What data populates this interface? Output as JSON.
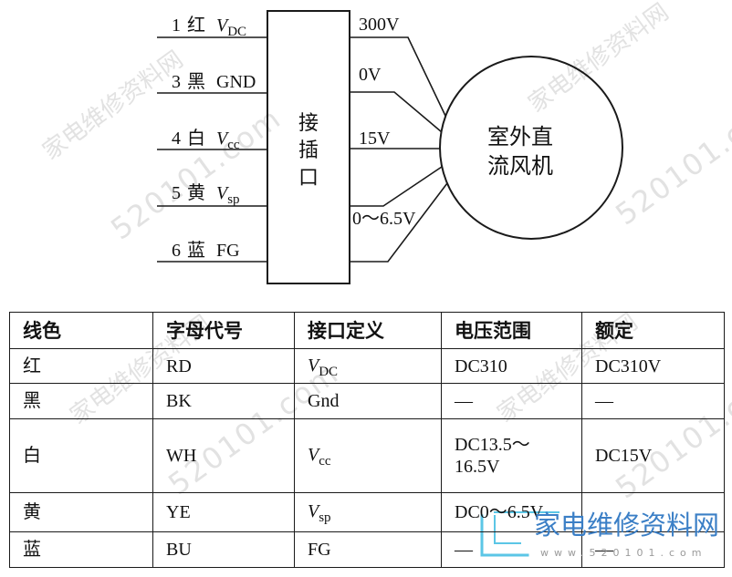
{
  "diagram": {
    "left_wires": [
      {
        "num": "1",
        "color": "红",
        "symbol": "V",
        "sub": "DC"
      },
      {
        "num": "3",
        "color": "黑",
        "name": "GND"
      },
      {
        "num": "4",
        "color": "白",
        "symbol": "V",
        "sub": "cc"
      },
      {
        "num": "5",
        "color": "黄",
        "symbol": "V",
        "sub": "sp"
      },
      {
        "num": "6",
        "color": "蓝",
        "name": "FG"
      }
    ],
    "connector_label": [
      "接",
      "插",
      "口"
    ],
    "right_voltages": [
      "300V",
      "0V",
      "15V",
      "0～6.5V"
    ],
    "motor_label": [
      "室外直",
      "流风机"
    ]
  },
  "table": {
    "headers": [
      "线色",
      "字母代号",
      "接口定义",
      "电压范围",
      "额定"
    ],
    "rows": [
      {
        "color": "红",
        "code": "RD",
        "def_symbol": "V",
        "def_sub": "DC",
        "range": "DC310",
        "rated": "DC310V"
      },
      {
        "color": "黑",
        "code": "BK",
        "def": "Gnd",
        "range": "—",
        "rated": "—"
      },
      {
        "color": "白",
        "code": "WH",
        "def_symbol": "V",
        "def_sub": "cc",
        "range_lines": [
          "DC13.5～",
          "16.5V"
        ],
        "rated": "DC15V"
      },
      {
        "color": "黄",
        "code": "YE",
        "def_symbol": "V",
        "def_sub": "sp",
        "range": "DC0～6.5V"
      },
      {
        "color": "蓝",
        "code": "BU",
        "def": "FG",
        "range": "—",
        "rated": "—"
      }
    ]
  },
  "logo": {
    "icon": "bracket-logo-icon",
    "site_name": "家电维修资料网",
    "domain": "www.520101.com"
  },
  "watermark": {
    "site_name": "家电维修资料网",
    "domain": "520101.com"
  },
  "colors": {
    "line": "#1a1a1a",
    "text": "#111111",
    "logo_blue": "#3b7fc6",
    "logo_cyan": "#5bc6e6",
    "logo_gray": "#9a9a9a",
    "watermark": "#e2e2e2"
  }
}
